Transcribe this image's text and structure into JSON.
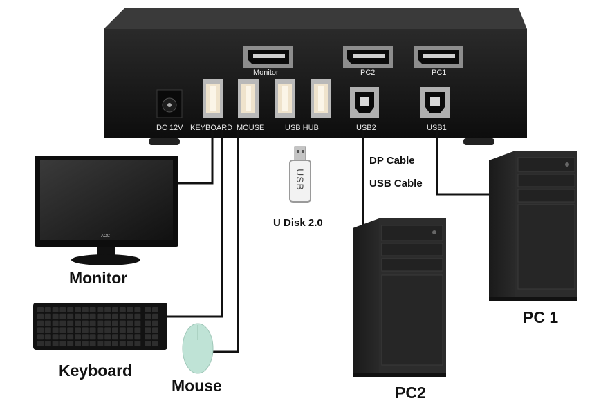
{
  "ports": {
    "dp_monitor": "Monitor",
    "dp_pc2": "PC2",
    "dp_pc1": "PC1",
    "dc": "DC 12V",
    "keyboard": "KEYBOARD",
    "mouse": "MOUSE",
    "usb_hub": "USB HUB",
    "usb2": "USB2",
    "usb1": "USB1"
  },
  "usb_stick_text": "USB",
  "monitor_brand": "AOC",
  "cables": {
    "dp": "DP Cable",
    "usb": "USB Cable"
  },
  "devices": {
    "monitor": "Monitor",
    "keyboard": "Keyboard",
    "mouse": "Mouse",
    "udisk": "U Disk 2.0",
    "pc1": "PC 1",
    "pc2": "PC2"
  },
  "colors": {
    "kvm_body": "#161616",
    "cable": "#111111",
    "pc_body": "#2a2a2a",
    "mouse": "#bfe3d6"
  }
}
